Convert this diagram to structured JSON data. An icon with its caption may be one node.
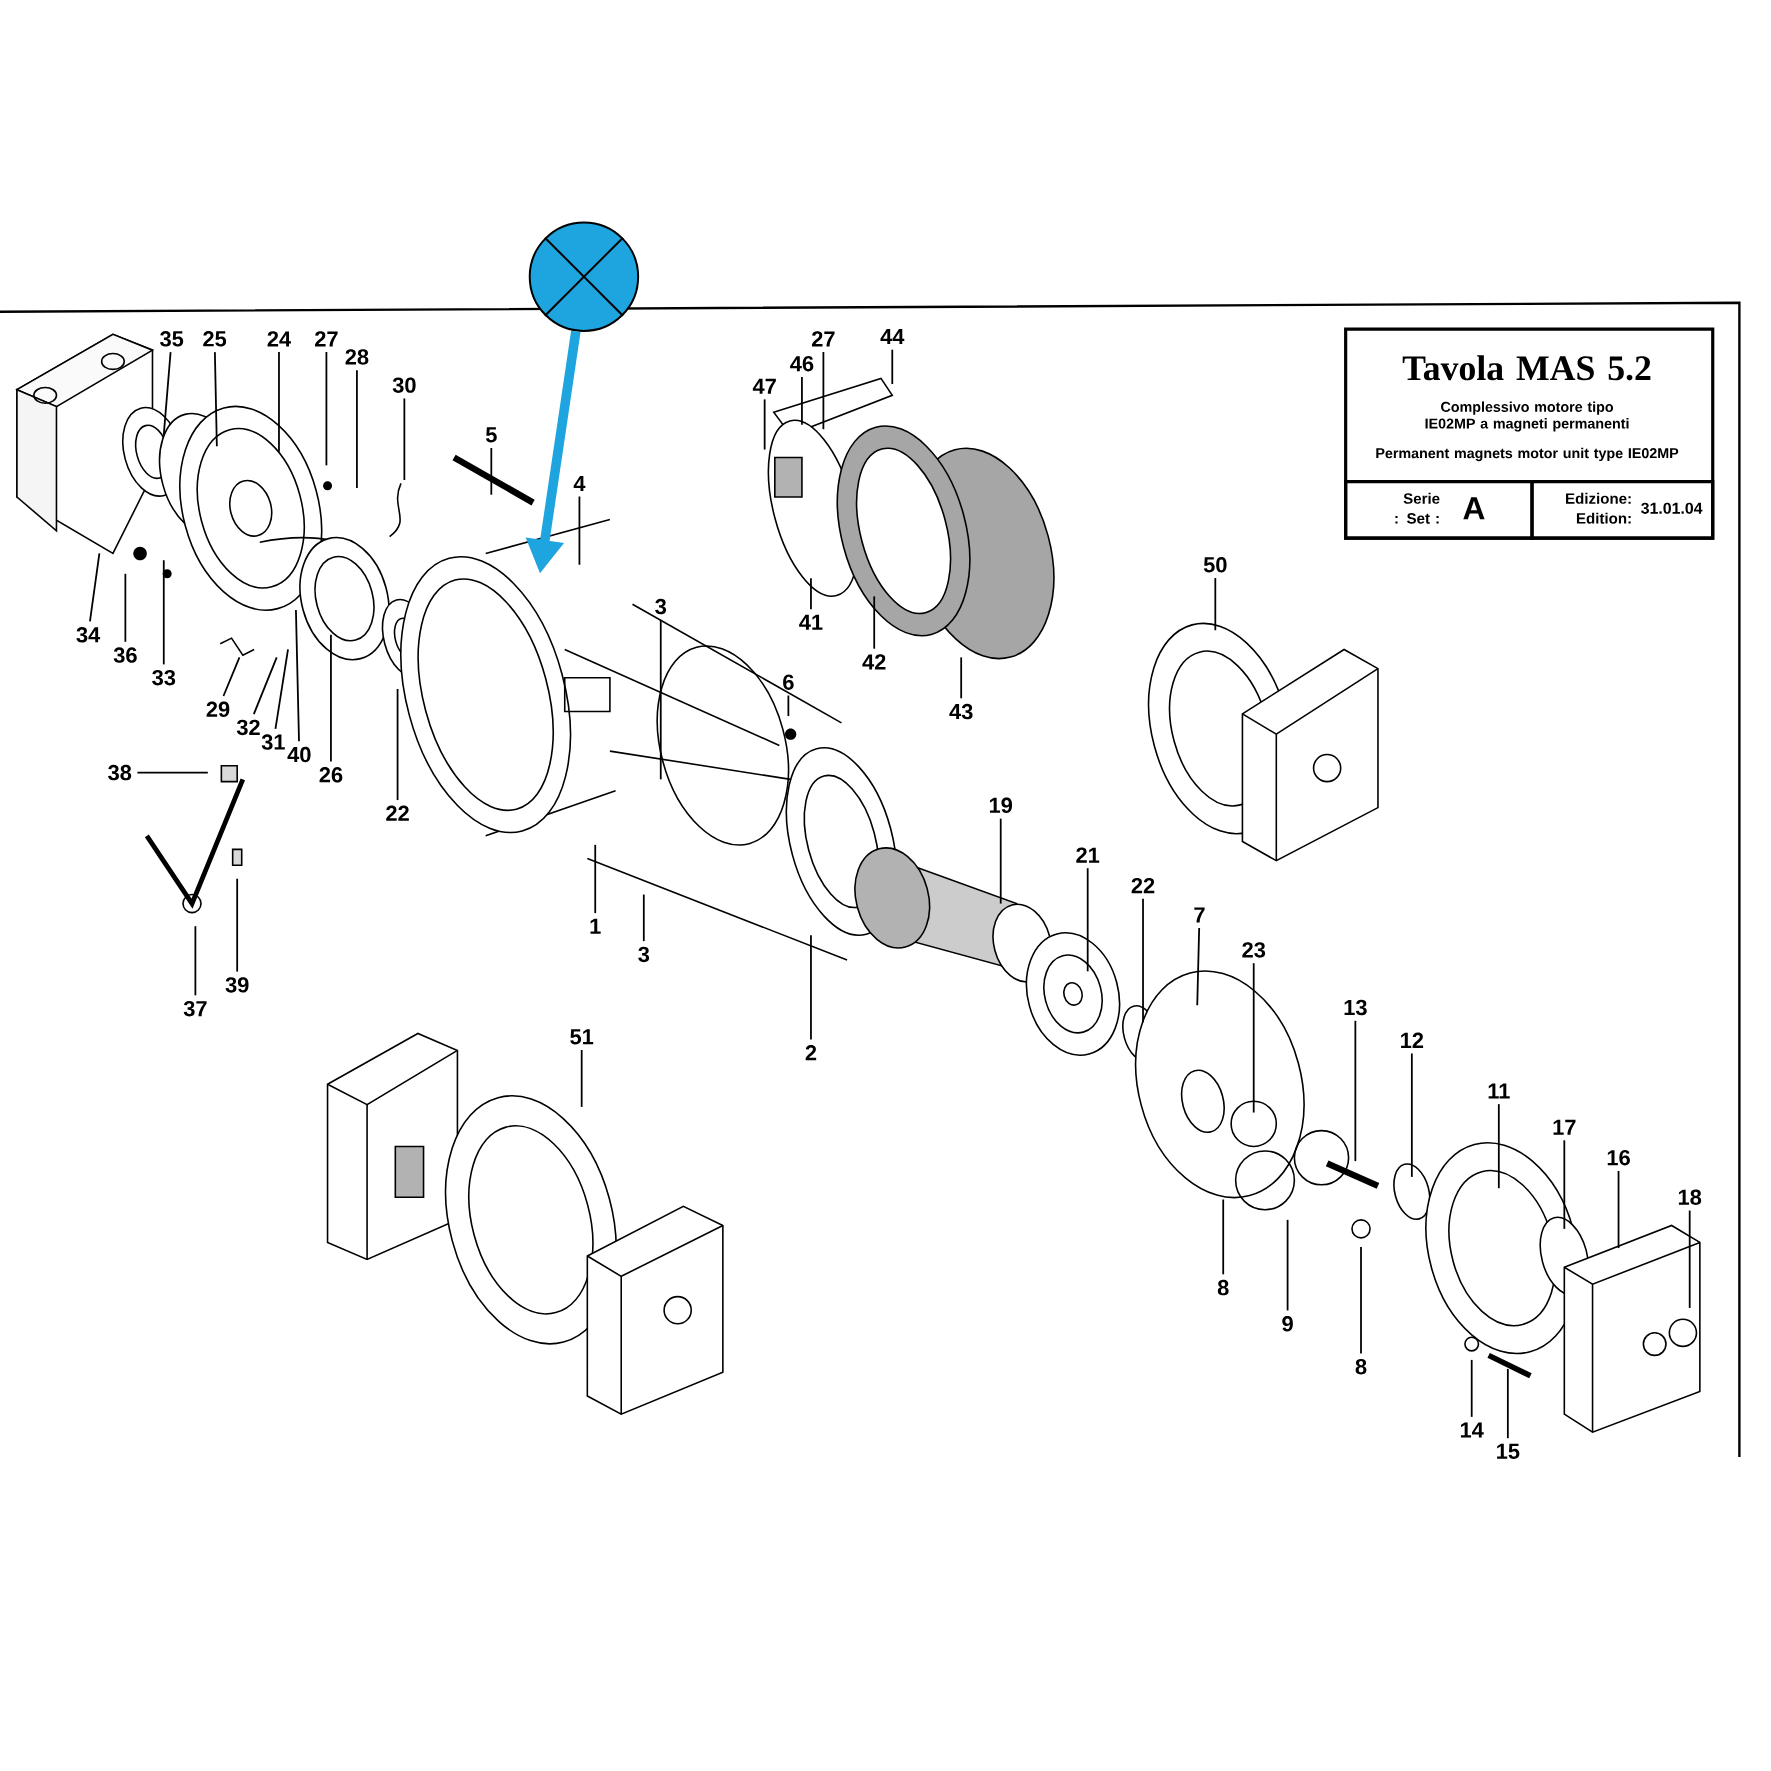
{
  "diagram": {
    "nodes": [
      {
        "text": [],
        "shape": "circle"
      },
      {
        "text": [
          "Tavola MAS 5.2",
          "Complessivo motore tipo IE02MP a magneti permanenti",
          "Permanent magnets motor unit type IE02MP"
        ]
      },
      {
        "text": [
          "Serie : Set :",
          "A"
        ],
        "in": 1
      },
      {
        "text": [
          "Edizione: Edition:",
          "31.01.04"
        ],
        "in": 1
      },
      {
        "text": [
          "35"
        ]
      },
      {
        "text": [
          "25"
        ]
      },
      {
        "text": [
          "24"
        ]
      },
      {
        "text": [
          "27"
        ]
      },
      {
        "text": [
          "28"
        ]
      },
      {
        "text": [
          "30"
        ]
      },
      {
        "text": [
          "5"
        ]
      },
      {
        "text": [
          "4"
        ]
      },
      {
        "text": [
          "3"
        ]
      },
      {
        "text": [
          "34"
        ]
      },
      {
        "text": [
          "36"
        ]
      },
      {
        "text": [
          "33"
        ]
      },
      {
        "text": [
          "29"
        ]
      },
      {
        "text": [
          "32"
        ]
      },
      {
        "text": [
          "31"
        ]
      },
      {
        "text": [
          "40"
        ]
      },
      {
        "text": [
          "26"
        ]
      },
      {
        "text": [
          "22"
        ]
      },
      {
        "text": [
          "38"
        ]
      },
      {
        "text": [
          "37"
        ]
      },
      {
        "text": [
          "39"
        ]
      },
      {
        "text": [
          "6"
        ]
      },
      {
        "text": [
          "1"
        ]
      },
      {
        "text": [
          "3"
        ]
      },
      {
        "text": [
          "2"
        ]
      },
      {
        "text": [
          "19"
        ]
      },
      {
        "text": [
          "21"
        ]
      },
      {
        "text": [
          "22"
        ]
      },
      {
        "text": [
          "7"
        ]
      },
      {
        "text": [
          "23"
        ]
      },
      {
        "text": [
          "13"
        ]
      },
      {
        "text": [
          "12"
        ]
      },
      {
        "text": [
          "11"
        ]
      },
      {
        "text": [
          "17"
        ]
      },
      {
        "text": [
          "16"
        ]
      },
      {
        "text": [
          "18"
        ]
      },
      {
        "text": [
          "8"
        ]
      },
      {
        "text": [
          "9"
        ]
      },
      {
        "text": [
          "8"
        ]
      },
      {
        "text": [
          "14"
        ]
      },
      {
        "text": [
          "15"
        ]
      },
      {
        "text": [
          "47"
        ]
      },
      {
        "text": [
          "46"
        ]
      },
      {
        "text": [
          "27"
        ]
      },
      {
        "text": [
          "44"
        ]
      },
      {
        "text": [
          "41"
        ]
      },
      {
        "text": [
          "42"
        ]
      },
      {
        "text": [
          "43"
        ]
      },
      {
        "text": [
          "50"
        ]
      },
      {
        "text": [
          "51"
        ]
      }
    ],
    "edges": [
      {
        "from": 0,
        "to": null,
        "arrow": "to",
        "style": "thick",
        "color": "#1ea5e0"
      },
      {
        "from": 4,
        "to": null,
        "arrow": "none"
      },
      {
        "from": 5,
        "to": null,
        "arrow": "none"
      },
      {
        "from": 6,
        "to": null,
        "arrow": "none"
      },
      {
        "from": 7,
        "to": null,
        "arrow": "none"
      },
      {
        "from": 8,
        "to": null,
        "arrow": "none"
      },
      {
        "from": 9,
        "to": null,
        "arrow": "none"
      },
      {
        "from": 10,
        "to": null,
        "arrow": "none"
      },
      {
        "from": 11,
        "to": null,
        "arrow": "none"
      },
      {
        "from": 12,
        "to": null,
        "arrow": "none"
      },
      {
        "from": 13,
        "to": null,
        "arrow": "none"
      },
      {
        "from": 14,
        "to": null,
        "arrow": "none"
      },
      {
        "from": 15,
        "to": null,
        "arrow": "none"
      },
      {
        "from": 16,
        "to": null,
        "arrow": "none"
      },
      {
        "from": 17,
        "to": null,
        "arrow": "none"
      },
      {
        "from": 18,
        "to": null,
        "arrow": "none"
      },
      {
        "from": 19,
        "to": null,
        "arrow": "none"
      },
      {
        "from": 20,
        "to": null,
        "arrow": "none"
      },
      {
        "from": 21,
        "to": null,
        "arrow": "none"
      },
      {
        "from": 22,
        "to": null,
        "arrow": "none"
      },
      {
        "from": 23,
        "to": null,
        "arrow": "none"
      },
      {
        "from": 24,
        "to": null,
        "arrow": "none"
      },
      {
        "from": 25,
        "to": null,
        "arrow": "none"
      },
      {
        "from": 26,
        "to": null,
        "arrow": "none"
      },
      {
        "from": 27,
        "to": null,
        "arrow": "none"
      },
      {
        "from": 28,
        "to": null,
        "arrow": "none"
      },
      {
        "from": 29,
        "to": null,
        "arrow": "none"
      },
      {
        "from": 30,
        "to": null,
        "arrow": "none"
      },
      {
        "from": 31,
        "to": null,
        "arrow": "none"
      },
      {
        "from": 32,
        "to": null,
        "arrow": "none"
      },
      {
        "from": 33,
        "to": null,
        "arrow": "none"
      },
      {
        "from": 34,
        "to": null,
        "arrow": "none"
      },
      {
        "from": 35,
        "to": null,
        "arrow": "none"
      },
      {
        "from": 36,
        "to": null,
        "arrow": "none"
      },
      {
        "from": 37,
        "to": null,
        "arrow": "none"
      },
      {
        "from": 38,
        "to": null,
        "arrow": "none"
      },
      {
        "from": 39,
        "to": null,
        "arrow": "none"
      },
      {
        "from": 40,
        "to": null,
        "arrow": "none"
      },
      {
        "from": 41,
        "to": null,
        "arrow": "none"
      },
      {
        "from": 42,
        "to": null,
        "arrow": "none"
      },
      {
        "from": 43,
        "to": null,
        "arrow": "none"
      },
      {
        "from": 44,
        "to": null,
        "arrow": "none"
      },
      {
        "from": 45,
        "to": null,
        "arrow": "none"
      },
      {
        "from": 46,
        "to": null,
        "arrow": "none"
      },
      {
        "from": 47,
        "to": null,
        "arrow": "none"
      },
      {
        "from": 48,
        "to": null,
        "arrow": "none"
      },
      {
        "from": 49,
        "to": null,
        "arrow": "none"
      },
      {
        "from": 50,
        "to": null,
        "arrow": "none"
      },
      {
        "from": 51,
        "to": null,
        "arrow": "none"
      },
      {
        "from": 52,
        "to": null,
        "arrow": "none"
      },
      {
        "from": 53,
        "to": null,
        "arrow": "none"
      }
    ]
  }
}
